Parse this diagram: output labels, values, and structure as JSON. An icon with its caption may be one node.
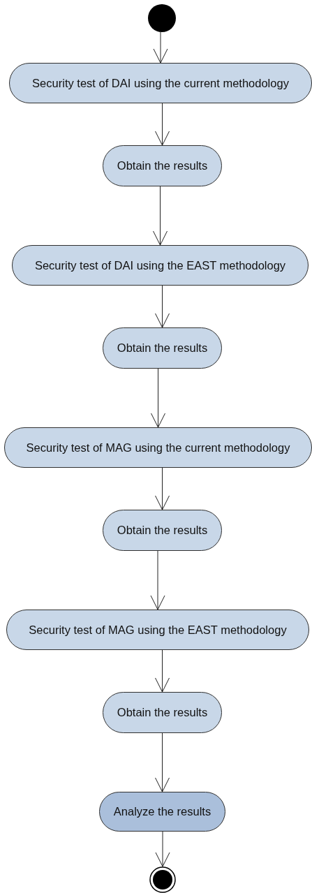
{
  "diagram": {
    "nodes": [
      {
        "text": [],
        "shape": "circle"
      },
      {
        "text": [
          "Security test of DAI using the current methodology"
        ]
      },
      {
        "text": [
          "Obtain the results"
        ]
      },
      {
        "text": [
          "Security test of DAI using the EAST methodology"
        ]
      },
      {
        "text": [
          "Obtain the results"
        ]
      },
      {
        "text": [
          "Security test of MAG using the current methodology"
        ]
      },
      {
        "text": [
          "Obtain the results"
        ]
      },
      {
        "text": [
          "Security test of MAG using the EAST methodology"
        ]
      },
      {
        "text": [
          "Obtain the results"
        ]
      },
      {
        "text": [
          "Analyze the results"
        ]
      },
      {
        "text": [],
        "shape": "circle"
      }
    ],
    "edges": [
      {
        "from": 0,
        "to": 1,
        "arrow": "to"
      },
      {
        "from": 1,
        "to": 2,
        "arrow": "to"
      },
      {
        "from": 2,
        "to": 3,
        "arrow": "to"
      },
      {
        "from": 3,
        "to": 4,
        "arrow": "to"
      },
      {
        "from": 4,
        "to": 5,
        "arrow": "to"
      },
      {
        "from": 5,
        "to": 6,
        "arrow": "to"
      },
      {
        "from": 6,
        "to": 7,
        "arrow": "to"
      },
      {
        "from": 7,
        "to": 8,
        "arrow": "to"
      },
      {
        "from": 8,
        "to": 9,
        "arrow": "to"
      },
      {
        "from": 9,
        "to": 10,
        "arrow": "to"
      }
    ]
  }
}
